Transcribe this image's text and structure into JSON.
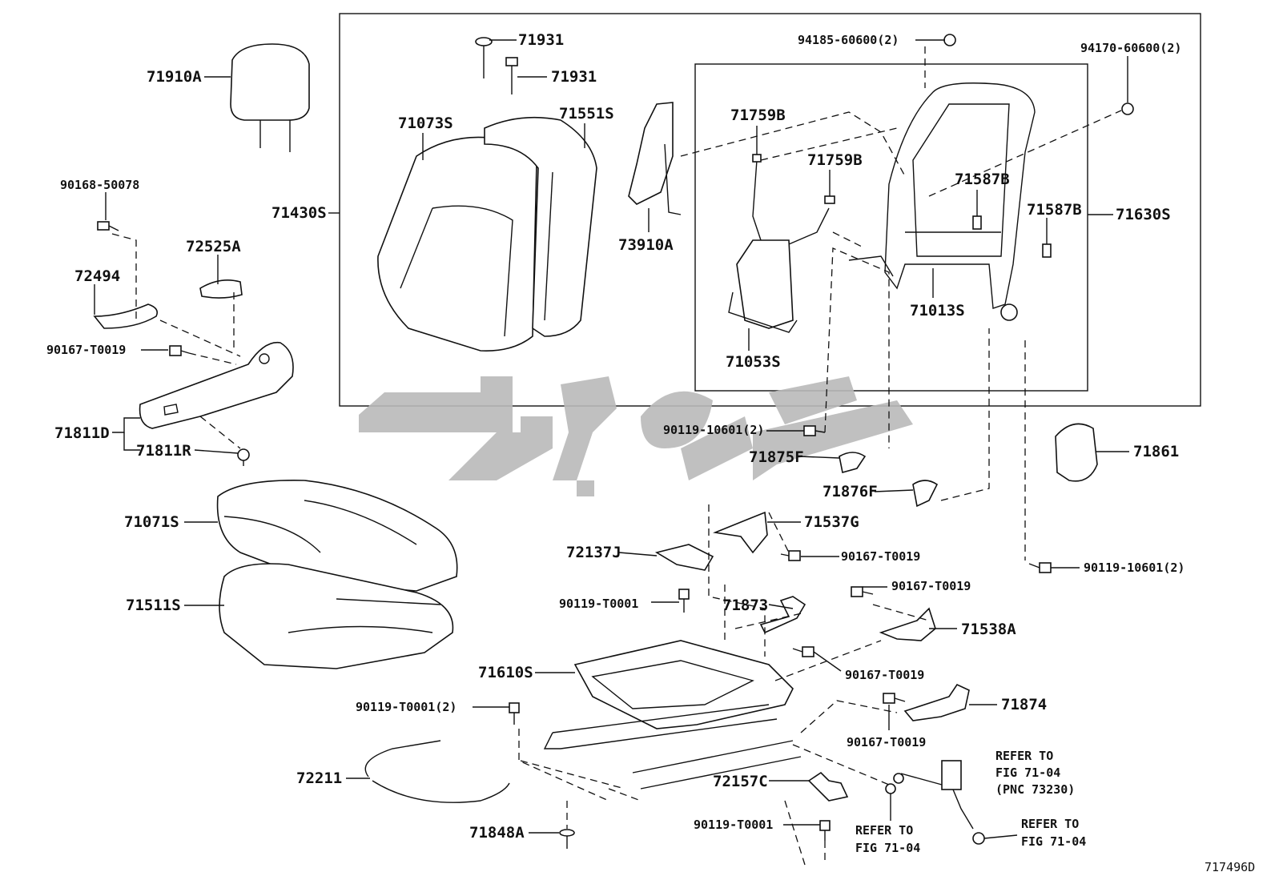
{
  "diagram_code": "717496D",
  "labels": {
    "headrest": "71910A",
    "seatback_assembly": "71430S",
    "seatback_cover": "71073S",
    "seatback_pad": "71551S",
    "clip_1": "71931",
    "clip_2": "71931",
    "airbag": "73910A",
    "nut_upper": "94185-60600(2)",
    "nut_right": "94170-60600(2)",
    "spring_1": "71759B",
    "spring_2": "71759B",
    "lumbar": "71053S",
    "frame": "71013S",
    "bracket_1": "71587B",
    "bracket_2": "71587B",
    "frame_assy": "71630S",
    "screw_a": "90168-50078",
    "lever_cover": "72525A",
    "lever": "72494",
    "screw_b": "90167-T0019",
    "shield_d": "71811D",
    "shield_r": "71811R",
    "bolt_a": "90119-10601(2)",
    "hinge_cover_f": "71875F",
    "hinge_cover_f2": "71876F",
    "knob": "71861",
    "cushion_cover": "71071S",
    "cushion_pad": "71511S",
    "bracket_g": "71537G",
    "cover_j": "72137J",
    "screw_c": "90167-T0019",
    "bolt_b": "90119-10601(2)",
    "bolt_c": "90119-T0001",
    "cover_73": "71873",
    "screw_d": "90167-T0019",
    "bracket_a": "71538A",
    "adjuster": "71610S",
    "screw_e": "90167-T0019",
    "bolt_d": "90119-T0001(2)",
    "cover_74": "71874",
    "screw_f": "90167-T0019",
    "wire": "72211",
    "cover_c": "72157C",
    "refer_1a": "REFER TO",
    "refer_1b": "FIG 71-04",
    "refer_1c": "(PNC 73230)",
    "bolt_e": "90119-T0001",
    "refer_2a": "REFER TO",
    "refer_2b": "FIG 71-04",
    "refer_3a": "REFER TO",
    "refer_3b": "FIG 71-04",
    "bolt_f": "71848A"
  }
}
